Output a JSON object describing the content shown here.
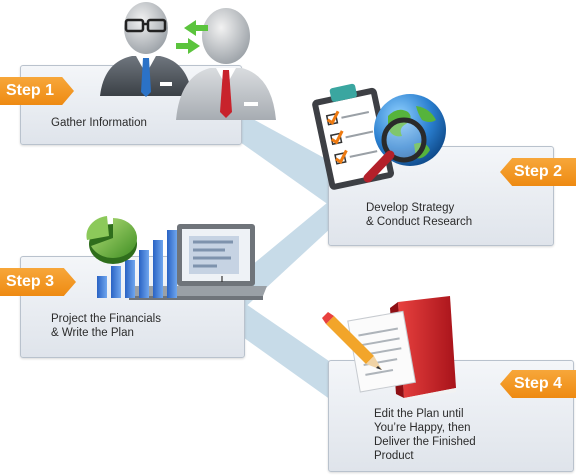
{
  "steps": [
    {
      "badge": "Step 1",
      "text": "Gather Information"
    },
    {
      "badge": "Step 2",
      "text": "Develop Strategy\n& Conduct Research"
    },
    {
      "badge": "Step 3",
      "text": "Project the Financials\n& Write the Plan"
    },
    {
      "badge": "Step 4",
      "text": "Edit the Plan until\nYou’re Happy, then\nDeliver the Finished\nProduct"
    }
  ],
  "colors": {
    "badge_orange": "#ef8c15",
    "connector_blue": "#c7dbe8",
    "arrow_green": "#5bc43d",
    "tie_blue": "#2b72c7",
    "tie_red": "#c8232c",
    "book_red": "#d31d22"
  },
  "icons": [
    "people-icon",
    "exchange-arrows-icon",
    "clipboard-icon",
    "globe-icon",
    "magnifier-icon",
    "pie-chart-icon",
    "bar-chart-icon",
    "laptop-icon",
    "notepad-icon",
    "pencil-icon",
    "book-icon"
  ]
}
